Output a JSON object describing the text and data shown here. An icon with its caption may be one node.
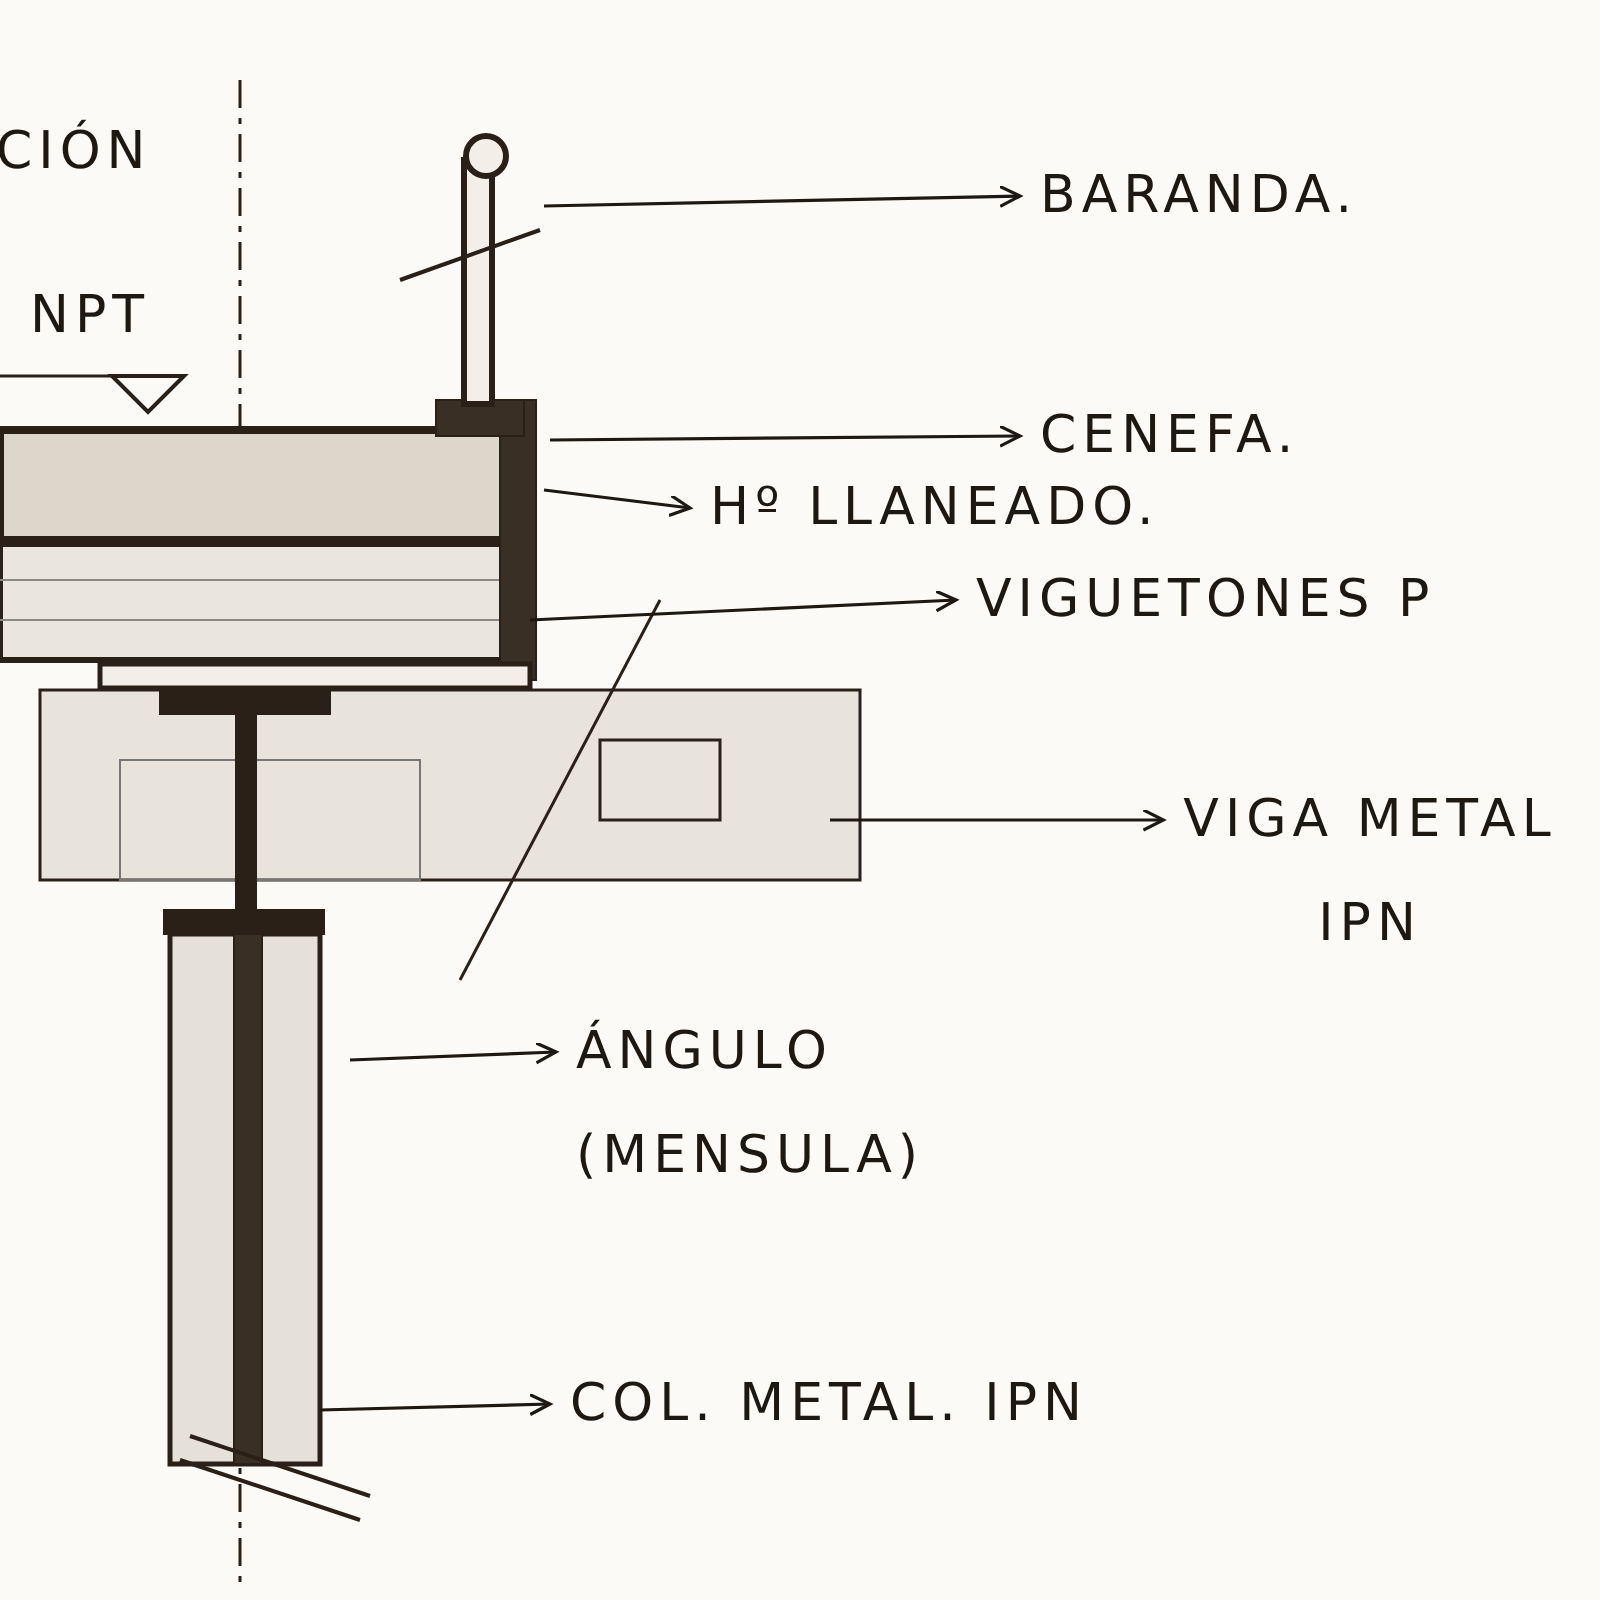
{
  "diagram": {
    "nodes": [
      {
        "text": [
          "BARANDA."
        ]
      },
      {
        "text": [
          "CENEFA."
        ]
      },
      {
        "text": [
          "Hº LLANEADO."
        ]
      },
      {
        "text": [
          "VIGUETONES P"
        ]
      },
      {
        "text": [
          "VIGA METAL IPN"
        ]
      },
      {
        "text": [
          "ÁNGULO (MENSULA)"
        ]
      },
      {
        "text": [
          "COL. METAL. IPN"
        ]
      }
    ],
    "edges": [
      {
        "from": null,
        "to": 0,
        "arrow": "to"
      },
      {
        "from": null,
        "to": 1,
        "arrow": "to"
      },
      {
        "from": null,
        "to": 2,
        "arrow": "to"
      },
      {
        "from": null,
        "to": 3,
        "arrow": "to"
      },
      {
        "from": null,
        "to": 4,
        "arrow": "to"
      },
      {
        "from": null,
        "to": 5,
        "arrow": "to"
      },
      {
        "from": null,
        "to": 6,
        "arrow": "to"
      }
    ],
    "labels": [
      "CIÓN",
      "NPT"
    ]
  }
}
